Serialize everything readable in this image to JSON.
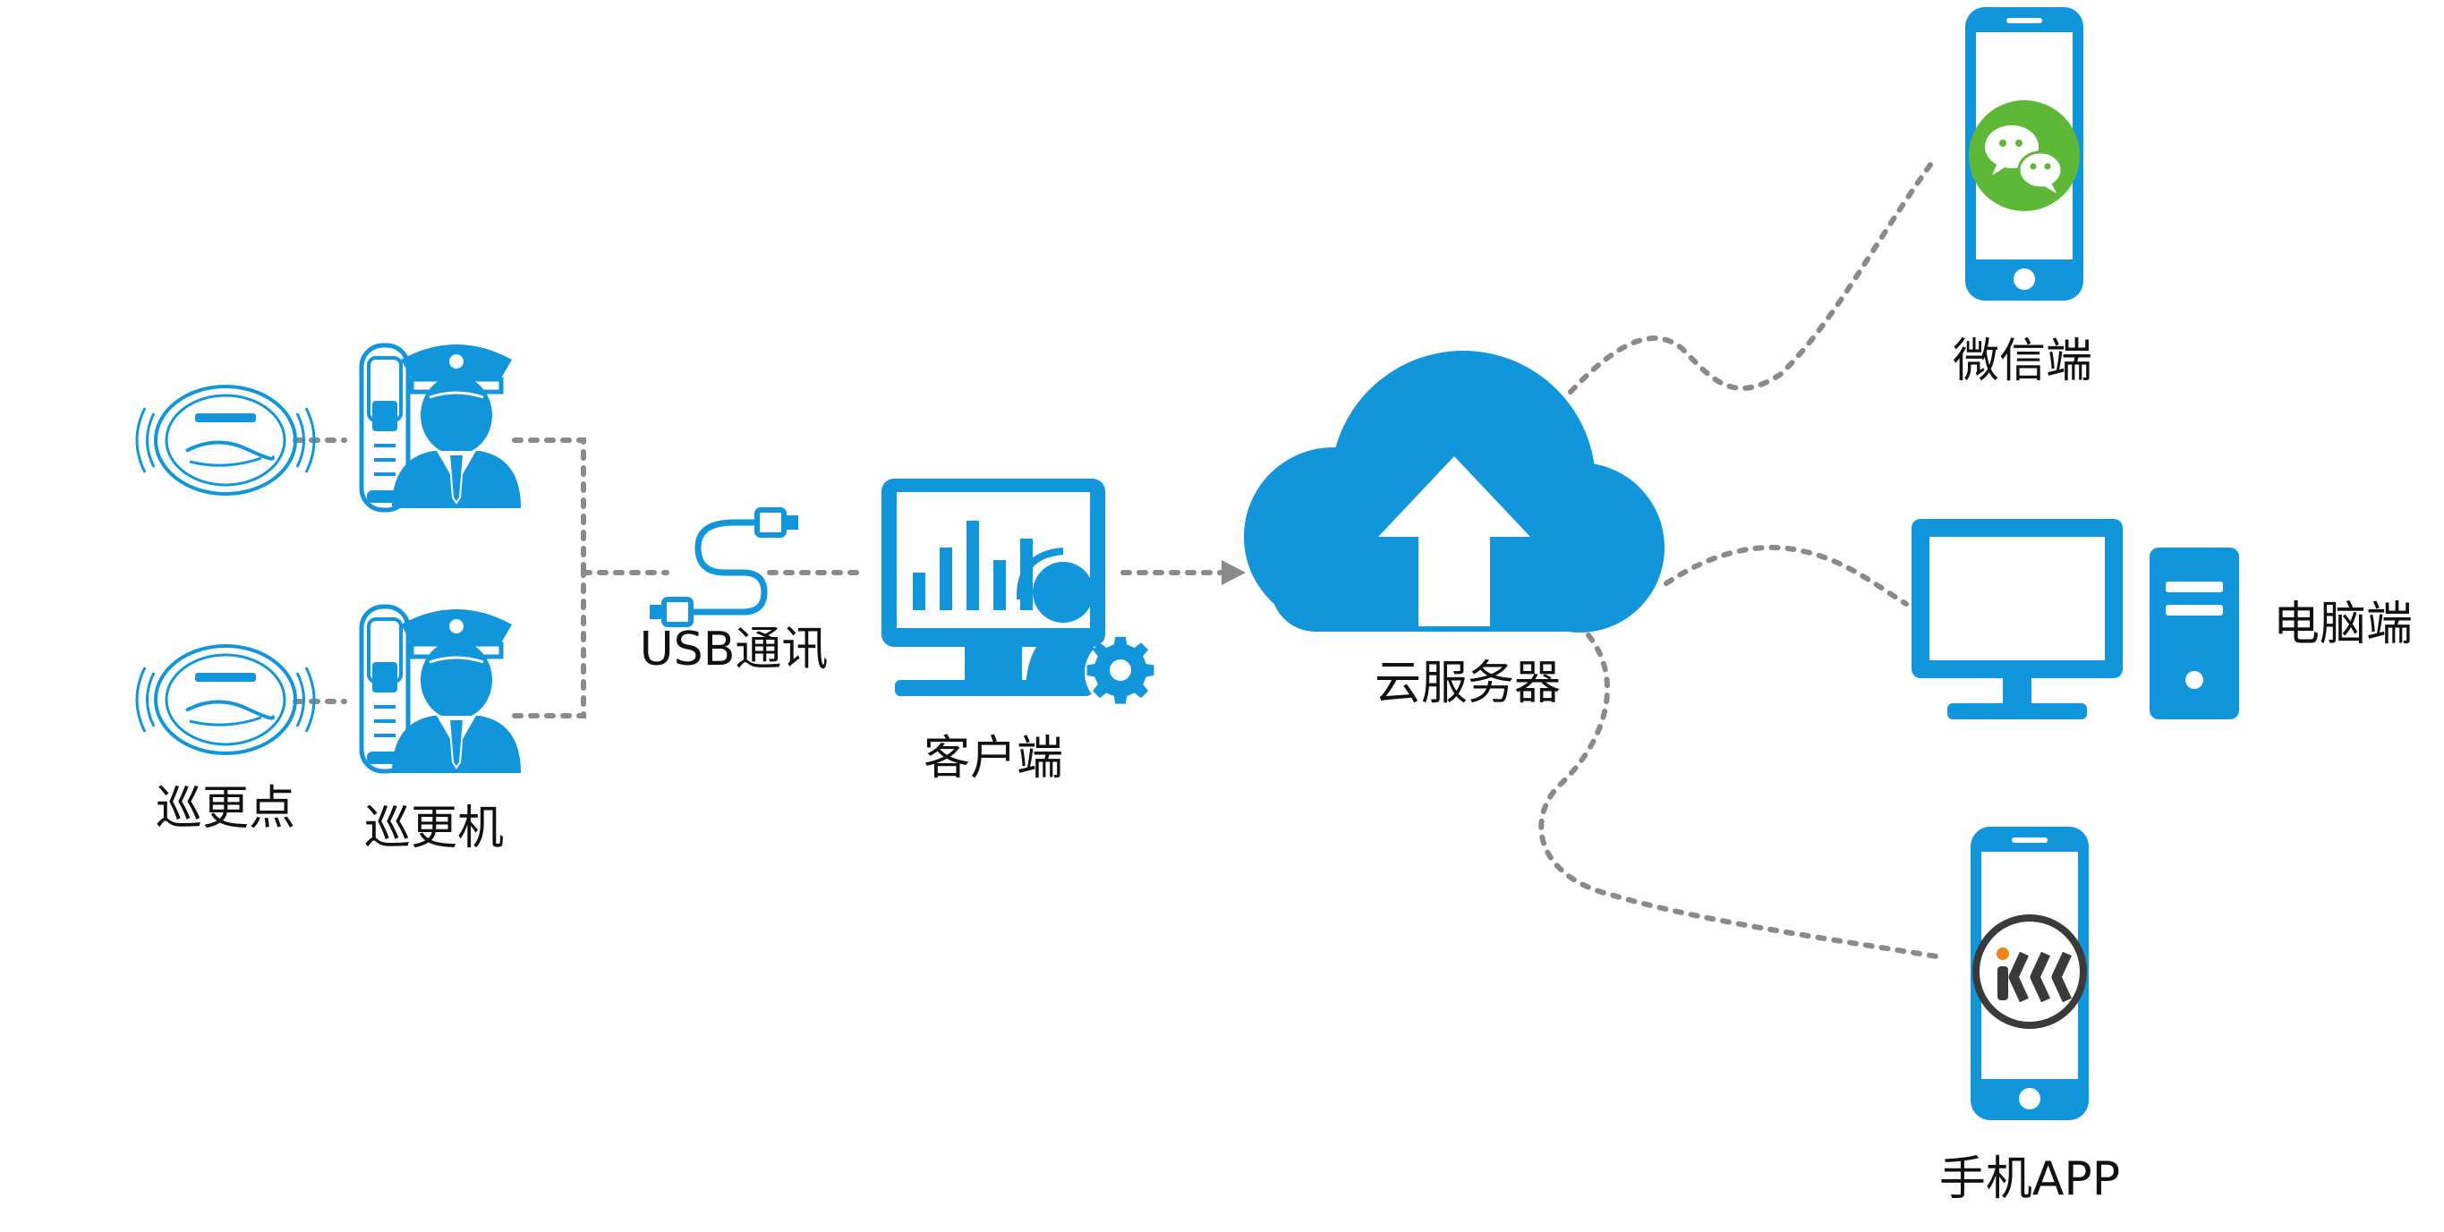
{
  "colors": {
    "primary": "#1196db",
    "connector": "#8a8a8a",
    "wechat": "#5cb836",
    "app_ring": "#3a3a3a",
    "app_accent": "#f08419",
    "label_text": "#111111"
  },
  "labels": {
    "checkpoint": "巡更点",
    "patrol_device": "巡更机",
    "usb": "USB通讯",
    "client": "客户端",
    "cloud": "云服务器",
    "wechat": "微信端",
    "pc": "电脑端",
    "mobile_app": "手机APP"
  },
  "icons": {
    "checkpoint": "rfid-tag-icon",
    "patrol_device": "patrol-wand-icon",
    "guard": "security-guard-icon",
    "usb": "usb-cable-icon",
    "client": "monitor-chart-gear-icon",
    "cloud": "cloud-upload-icon",
    "wechat": "wechat-phone-icon",
    "pc": "desktop-computer-icon",
    "mobile_app": "app-phone-icon"
  }
}
